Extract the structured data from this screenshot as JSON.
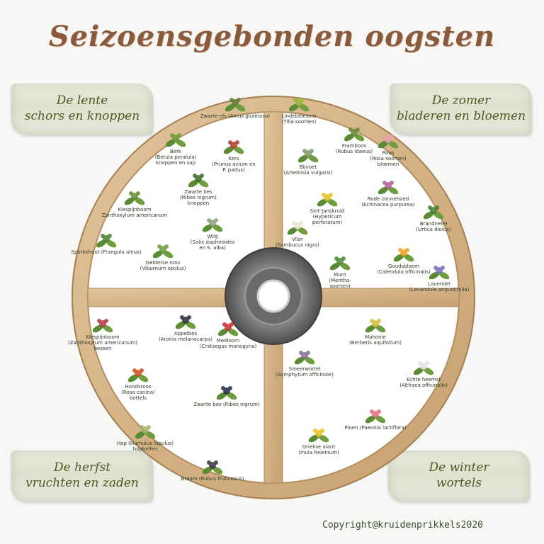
{
  "title": "Seizoensgebonden oogsten",
  "seasons": {
    "spring": "De lente\nschors en knoppen",
    "summer": "De zomer\nbladeren en bloemen",
    "autumn": "De herfst\nvruchten en zaden",
    "winter": "De winter\nwortels"
  },
  "plants": {
    "spring": [
      {
        "name": "berk",
        "label": [
          "Berk",
          "(Betula pendula)",
          "knoppen en sap"
        ],
        "color": "#6e9a3a"
      },
      {
        "name": "zwarte-els",
        "label": [
          "Zwarte els (Alnus glutinosa)"
        ],
        "color": "#5d7d3a"
      },
      {
        "name": "kers",
        "label": [
          "Kers",
          "(Prunus avium en",
          "P. padus)"
        ],
        "color": "#b23a2e"
      },
      {
        "name": "zwarte-bes-knoppen",
        "label": [
          "Zwarte bes",
          "(Ribes nigrum)",
          "knoppen"
        ],
        "color": "#3f6a2a"
      },
      {
        "name": "kiespijnboom",
        "label": [
          "Kiespijnboom",
          "Zanthoxylum americanum"
        ],
        "color": "#6a8a3a"
      },
      {
        "name": "wilg",
        "label": [
          "Wilg",
          "(Salix daphnoides",
          "en S. alba)"
        ],
        "color": "#8aa07a"
      },
      {
        "name": "sporkehout",
        "label": [
          "Sporkehout (Frangula alnus)"
        ],
        "color": "#4f7d2e"
      },
      {
        "name": "gelderse-roos",
        "label": [
          "Gelderse roos",
          "(Viburnum opulus)"
        ],
        "color": "#6f9a3a"
      }
    ],
    "summer": [
      {
        "name": "lindebloesem",
        "label": [
          "Lindebloesem",
          "(Tilia-soorten)"
        ],
        "color": "#9ab33a"
      },
      {
        "name": "framboos",
        "label": [
          "Framboos",
          "(Rubus idaeus)"
        ],
        "color": "#6a8a3a"
      },
      {
        "name": "roos",
        "label": [
          "Roos",
          "(Rosa-soorten)",
          "bloemen"
        ],
        "color": "#e8a0a8"
      },
      {
        "name": "bijvoet",
        "label": [
          "Bijvoet",
          "(Artemisia vulgaris)"
        ],
        "color": "#7c9a6a"
      },
      {
        "name": "sint-janskruid",
        "label": [
          "Sint-Janskruid",
          "(Hypericum",
          "perforatum)"
        ],
        "color": "#e8c21e"
      },
      {
        "name": "rode-zonnehoed",
        "label": [
          "Rode zonnehoed",
          "(Echinacea purpurea)"
        ],
        "color": "#b05a9a"
      },
      {
        "name": "brandnetel",
        "label": [
          "Brandnetel",
          "(Urtica dioica)"
        ],
        "color": "#3f7a2e"
      },
      {
        "name": "vlier",
        "label": [
          "Vlier",
          "(Sambucus nigra)"
        ],
        "color": "#e8e4cf"
      },
      {
        "name": "munt",
        "label": [
          "Munt",
          "(Mentha-",
          "soorten)"
        ],
        "color": "#4a8a3a"
      },
      {
        "name": "goudsbloem",
        "label": [
          "Goudsbloem",
          "(Calendula officinalis)"
        ],
        "color": "#f0a020"
      },
      {
        "name": "lavendel",
        "label": [
          "Lavendel",
          "(Lavandula angustifolia)"
        ],
        "color": "#7a6ab8"
      }
    ],
    "autumn": [
      {
        "name": "kiespijnboom-bessen",
        "label": [
          "Kiespijnboom",
          "(Zanthoxylum americanum)",
          "bessen"
        ],
        "color": "#b03a3e"
      },
      {
        "name": "appelbes",
        "label": [
          "Appelbes",
          "(Aronia melanocarpa)"
        ],
        "color": "#2a2a3a"
      },
      {
        "name": "meidoorn",
        "label": [
          "Meidoorn",
          "(Crataegus monogyna)"
        ],
        "color": "#d02a2a"
      },
      {
        "name": "hondsroos",
        "label": [
          "Hondsroos",
          "(Rosa canina)",
          "bottels"
        ],
        "color": "#d0501e"
      },
      {
        "name": "zwarte-bes",
        "label": [
          "Zwarte bes (Ribes nigrum)"
        ],
        "color": "#1e2a4a"
      },
      {
        "name": "hop",
        "label": [
          "Hop (Humulus lupulus)",
          "hopbellen"
        ],
        "color": "#a8b06a"
      },
      {
        "name": "braam",
        "label": [
          "Braam (Rubus fruticosus)"
        ],
        "color": "#3a3040"
      }
    ],
    "winter": [
      {
        "name": "smeerwortel",
        "label": [
          "Smeerwortel",
          "(Symphytum officinale)"
        ],
        "color": "#8a6a9a"
      },
      {
        "name": "mahonie",
        "label": [
          "Mahonie",
          "(Berberis aquifolium)"
        ],
        "color": "#d0c03a"
      },
      {
        "name": "echte-heemst",
        "label": [
          "Echte heemst",
          "(Althaea officinalis)"
        ],
        "color": "#e8e0e8"
      },
      {
        "name": "pioen",
        "label": [
          "Pioen (Paeonia lactiflora)"
        ],
        "color": "#e06a7a"
      },
      {
        "name": "griekse-alant",
        "label": [
          "Griekse alant",
          "(Inula helenium)"
        ],
        "color": "#e8c21e"
      }
    ]
  },
  "copyright": "Copyright@kruidenprikkels2020",
  "colors": {
    "title": "#8a5a3c",
    "banner_text": "#4b5a22",
    "wheel_wood": "#d2b48c",
    "wheel_rim_edge": "#a57e52",
    "wheel_hub": "#7a7a7a"
  }
}
